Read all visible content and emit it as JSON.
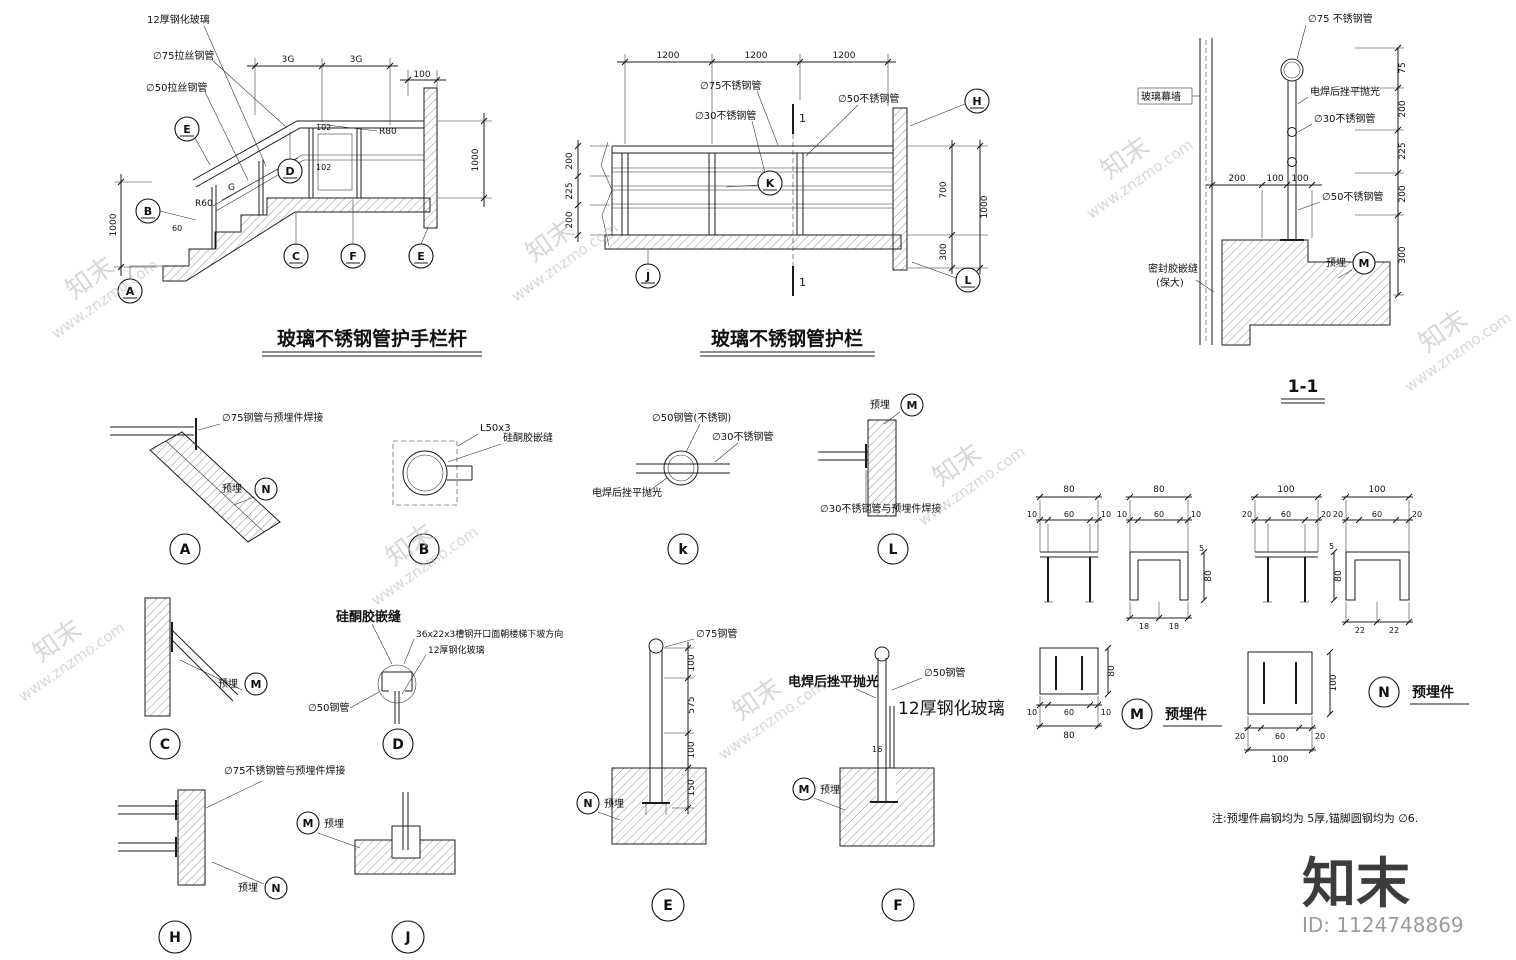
{
  "sheet": {
    "note": "注:预埋件扁钢均为  5厚,锚脚圆钢均为  ∅6.",
    "footer_logo": "知末",
    "footer_id": "ID: 1124748869"
  },
  "watermark": {
    "brand": "知末",
    "url": "www.znzmo.com"
  },
  "stair": {
    "title": "玻璃不锈钢管护手栏杆",
    "ann": {
      "glass": "12厚钢化玻璃",
      "pipe75": "∅75拉丝钢管",
      "pipe50": "∅50拉丝钢管",
      "r80": "R80",
      "r60": "R60",
      "g": "G"
    },
    "dim": {
      "g3a": "3G",
      "g3b": "3G",
      "d100": "100",
      "left1000": "1000",
      "right1000": "1000",
      "d102a": "102",
      "d102b": "102",
      "d60": "60"
    },
    "bub": {
      "e1": "E",
      "b": "B",
      "d": "D",
      "c": "C",
      "f": "F",
      "e2": "E",
      "a": "A"
    }
  },
  "elev": {
    "title": "玻璃不锈钢管护栏",
    "ann": {
      "pipe75": "∅75不锈钢管",
      "pipe30": "∅30不锈钢管",
      "pipe50": "∅50不锈钢管"
    },
    "dim": {
      "t1": "1200",
      "t2": "1200",
      "t3": "1200",
      "l1": "200",
      "l2": "225",
      "l3": "200",
      "r700": "700",
      "r300": "300",
      "r1000": "1000",
      "sec_top": "1",
      "sec_bot": "1"
    },
    "bub": {
      "h": "H",
      "k": "K",
      "j": "J",
      "l": "L"
    }
  },
  "sec11": {
    "title": "1-1",
    "ann": {
      "pipe75": "∅75 不锈钢管",
      "curtain": "玻璃幕墙",
      "weld": "电焊后挫平抛光",
      "pipe30": "∅30不锈钢管",
      "pipe50": "∅50不锈钢管",
      "seal1": "密封胶嵌缝",
      "seal2": "(保大)",
      "embed": "预埋"
    },
    "dim": {
      "v75": "75",
      "v200a": "200",
      "v225": "225",
      "v200b": "200",
      "v300": "300",
      "h200": "200",
      "h100a": "100",
      "h100b": "100"
    },
    "bub_m": "M"
  },
  "det": {
    "a": {
      "label": "A",
      "weld": "∅75钢管与预埋件焊接",
      "embed": "预埋",
      "ref": "N"
    },
    "b": {
      "label": "B",
      "angle": "L50x3",
      "seal": "硅酮胶嵌缝"
    },
    "k": {
      "label": "k",
      "pipe50": "∅50钢管(不锈钢)",
      "pipe30": "∅30不锈钢管",
      "weld": "电焊后挫平抛光"
    },
    "l": {
      "label": "L",
      "embed": "预埋",
      "ref": "M",
      "weld": "∅30不锈钢管与预埋件焊接"
    },
    "c": {
      "label": "C",
      "embed": "预埋",
      "ref": "M"
    },
    "d": {
      "label": "D",
      "seal": "硅酮胶嵌缝",
      "channel": "36x22x3槽钢开口面朝楼梯下坡方向",
      "glass": "12厚钢化玻璃",
      "pipe": "∅50钢管"
    },
    "e": {
      "label": "E",
      "pipe": "∅75钢管",
      "embed": "预埋",
      "ref": "N",
      "dim": {
        "a100": "100",
        "b575": "575",
        "c100": "100",
        "d150": "150"
      }
    },
    "f": {
      "label": "F",
      "weld": "电焊后挫平抛光",
      "pipe": "∅50钢管",
      "glass": "12厚钢化玻璃",
      "d16": "16",
      "embed": "预埋",
      "ref": "M"
    },
    "h": {
      "label": "H",
      "weld": "∅75不锈钢管与预埋件焊接",
      "embed": "预埋",
      "ref": "N"
    },
    "j": {
      "label": "J",
      "embed": "预埋",
      "ref": "M"
    }
  },
  "embm": {
    "ref": "M",
    "title": "预埋件",
    "dim": {
      "w1": "80",
      "a10": "10",
      "a60": "60",
      "b10": "10",
      "w2": "80",
      "c10": "10",
      "c60": "60",
      "d10": "10",
      "t5": "5",
      "h80": "80",
      "l18a": "18",
      "l18b": "18",
      "p80r": "80",
      "p10a": "10",
      "p60": "60",
      "p10b": "10",
      "p80b": "80"
    }
  },
  "embn": {
    "ref": "N",
    "title": "预埋件",
    "dim": {
      "w1": "100",
      "a20": "20",
      "a60": "60",
      "b20": "20",
      "w2": "100",
      "c20": "20",
      "c60": "60",
      "d20": "20",
      "t5": "5",
      "h80": "80",
      "l22a": "22",
      "l22b": "22",
      "p100r": "100",
      "p20a": "20",
      "p60": "60",
      "p20b": "20",
      "p100b": "100"
    }
  }
}
